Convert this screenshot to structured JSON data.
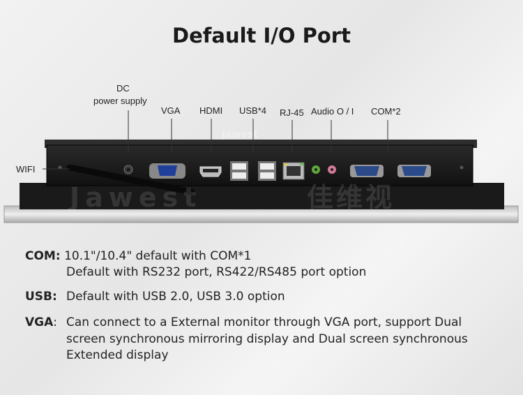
{
  "title": "Default I/O Port",
  "watermark": "Jawest",
  "watermark_cn": "佳维视",
  "labels": {
    "dc_line1": "DC",
    "dc_line2": "power supply",
    "vga": "VGA",
    "hdmi": "HDMI",
    "usb": "USB*4",
    "rj45": "RJ-45",
    "audio": "Audio O / I",
    "com": "COM*2",
    "wifi": "WIFI"
  },
  "specs": [
    {
      "key": "COM:",
      "lines": [
        "10.1\"/10.4\" default with COM*1",
        "Default with RS232 port, RS422/RS485 port option"
      ]
    },
    {
      "key": "USB:",
      "lines": [
        "Default with USB 2.0, USB 3.0 option"
      ]
    },
    {
      "key": "VGA",
      "sep": ":",
      "lines": [
        "Can connect to a External  monitor through VGA port, support Dual",
        "screen synchronous mirroring display and Dual screen synchronous",
        "Extended display"
      ]
    }
  ],
  "colors": {
    "panel": "#1c1c1c",
    "frame": "#d4d4d4",
    "vga_blue": "#1f3f9a",
    "audio_green": "#5fa83a",
    "audio_pink": "#d47a96"
  }
}
